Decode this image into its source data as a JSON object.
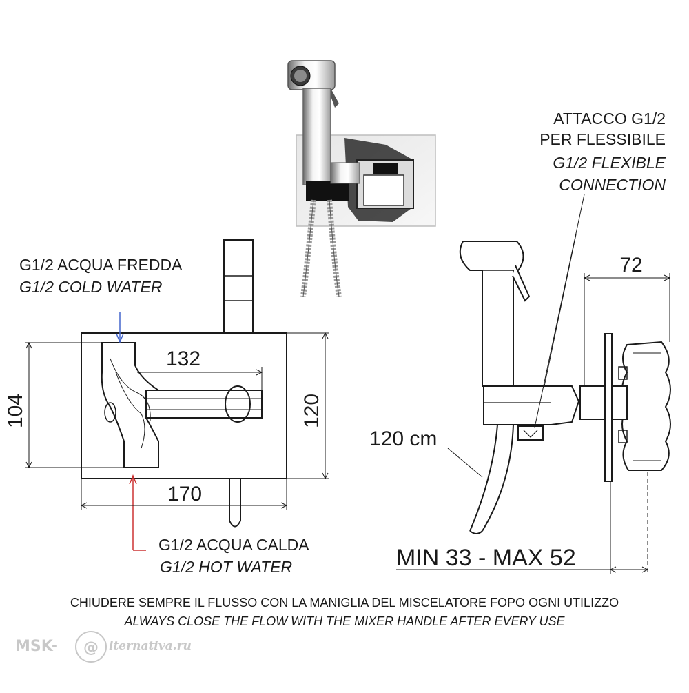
{
  "drawing": {
    "labels": {
      "cold_line1": "G1/2 ACQUA FREDDA",
      "cold_line2": "G1/2 COLD WATER",
      "hot_line1": "G1/2 ACQUA CALDA",
      "hot_line2": "G1/2 HOT WATER",
      "flex_line1": "ATTACCO G1/2",
      "flex_line2": "PER FLESSIBILE",
      "flex_line3": "G1/2 FLEXIBLE",
      "flex_line4": "CONNECTION"
    },
    "dimensions": {
      "width_inner": "132",
      "height_left": "104",
      "height_right": "120",
      "width_total": "170",
      "depth": "72",
      "hose_length": "120 cm",
      "wall_range": "MIN 33 - MAX 52"
    },
    "notes": {
      "line1": "CHIUDERE SEMPRE IL FLUSSO CON LA MANIGLIA DEL MISCELATORE FOPO OGNI UTILIZZO",
      "line2": "ALWAYS CLOSE THE FLOW WITH THE MIXER HANDLE AFTER EVERY USE"
    },
    "watermark": {
      "brand": "MSK-",
      "symbol": "@",
      "domain": "lternativa.ru"
    }
  }
}
